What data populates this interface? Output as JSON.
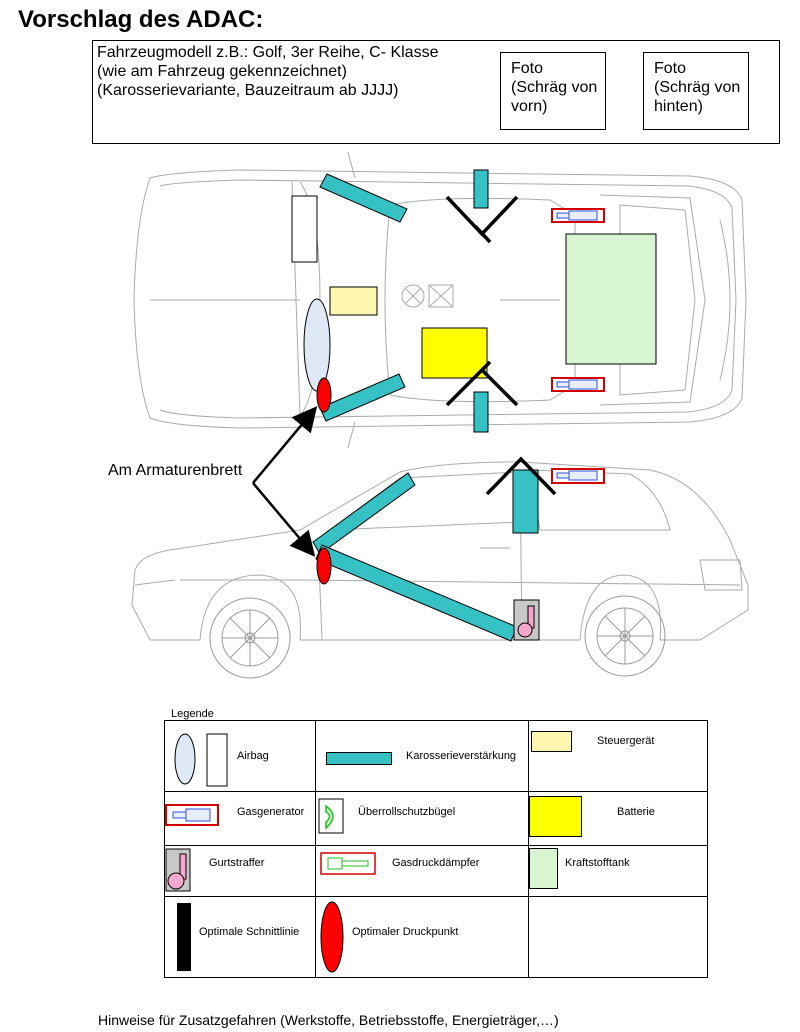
{
  "title": "Vorschlag des ADAC:",
  "vehicle_info": {
    "line1": "Fahrzeugmodell z.B.: Golf, 3er Reihe, C- Klasse",
    "line2": "(wie am Fahrzeug gekennzeichnet)",
    "line3": "(Karosserievariante, Bauzeitraum ab JJJJ)"
  },
  "photo_front": {
    "line1": "Foto",
    "line2": "(Schräg von",
    "line3": "vorn)"
  },
  "photo_rear": {
    "line1": "Foto",
    "line2": "(Schräg von",
    "line3": "hinten)"
  },
  "dashboard_label": "Am Armaturenbrett",
  "legend": {
    "caption": "Legende",
    "airbag": "Airbag",
    "body_reinforcement": "Karosserieverstärkung",
    "control_unit": "Steuergerät",
    "gas_generator": "Gasgenerator",
    "rollover_bar": "Überrollschutzbügel",
    "battery": "Batterie",
    "belt_tensioner": "Gurtstraffer",
    "gas_strut": "Gasdruckdämpfer",
    "fuel_tank": "Kraftstofftank",
    "cut_line": "Optimale Schnittlinie",
    "pressure_point": "Optimaler Druckpunkt"
  },
  "colors": {
    "reinforcement": "#36c2c4",
    "battery": "#ffff00",
    "control_unit": "#fff7b0",
    "fuel_tank": "#d6f5d0",
    "pressure_point": "#ff0000",
    "gas_generator_frame": "#d40000",
    "gas_generator_body": "#3050e0",
    "gas_strut": "#20c020",
    "belt_tensioner_box": "#c8c8c8",
    "belt_tensioner": "#f7a6cc",
    "airbag": "#dfe9f5"
  },
  "footnote": "Hinweise für Zusatzgefahren (Werkstoffe, Betriebsstoffe, Energieträger,…)"
}
